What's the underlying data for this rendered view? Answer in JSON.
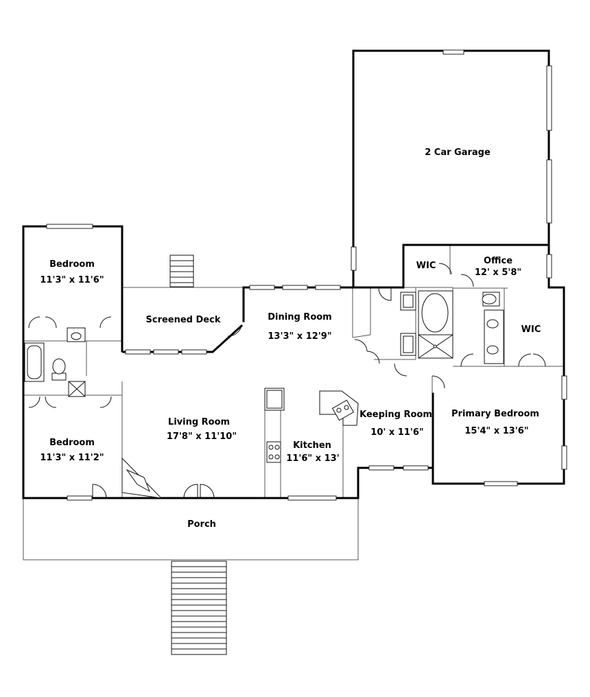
{
  "rooms": {
    "garage": {
      "name": "2 Car Garage"
    },
    "office": {
      "name": "Office",
      "size": "12' x 5'8\""
    },
    "wic_office": {
      "name": "WIC"
    },
    "wic_primary": {
      "name": "WIC"
    },
    "bedroom_upper": {
      "name": "Bedroom",
      "size": "11'3\" x 11'6\""
    },
    "screened_deck": {
      "name": "Screened Deck"
    },
    "dining_room": {
      "name": "Dining Room",
      "size": "13'3\" x 12'9\""
    },
    "living_room": {
      "name": "Living Room",
      "size": "17'8\" x 11'10\""
    },
    "kitchen": {
      "name": "Kitchen",
      "size": "11'6\" x 13'"
    },
    "keeping_room": {
      "name": "Keeping Room",
      "size": "10' x 11'6\""
    },
    "primary_bedroom": {
      "name": "Primary Bedroom",
      "size": "15'4\" x 13'6\""
    },
    "bedroom_lower": {
      "name": "Bedroom",
      "size": "11'3\" x 11'2\""
    },
    "porch": {
      "name": "Porch"
    }
  }
}
